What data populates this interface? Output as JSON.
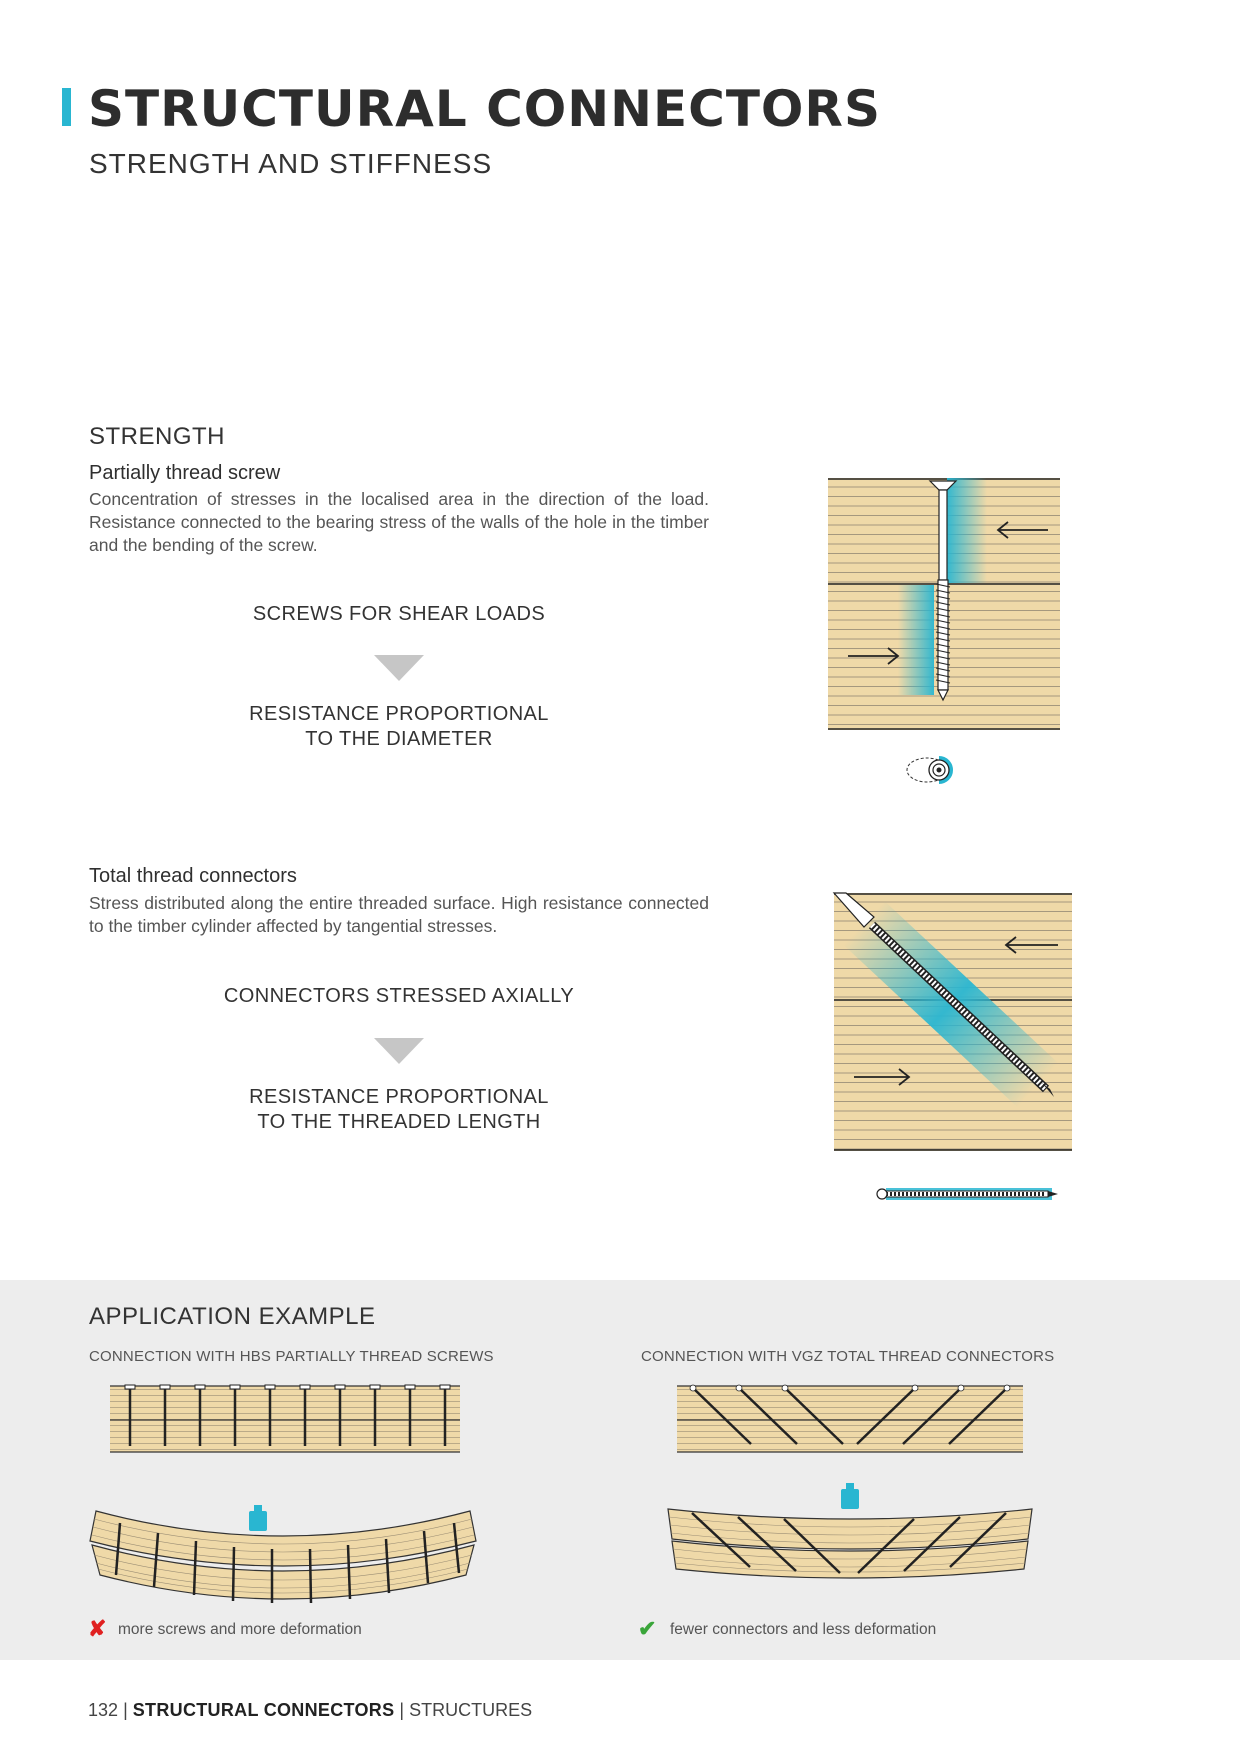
{
  "header": {
    "title": "STRUCTURAL CONNECTORS",
    "subtitle": "STRENGTH AND STIFFNESS",
    "accent_color": "#29b6d1"
  },
  "strength": {
    "heading": "STRENGTH",
    "partial": {
      "title": "Partially thread screw",
      "text": "Concentration of stresses in the localised area in the direction of the load. Resistance connected to the bearing stress of the walls of the hole in the timber and the bending of the screw.",
      "label_top": "SCREWS FOR SHEAR LOADS",
      "label_bottom_1": "RESISTANCE PROPORTIONAL",
      "label_bottom_2": "TO THE DIAMETER"
    },
    "total": {
      "title": "Total thread connectors",
      "text": "Stress distributed along the entire threaded surface. High resistance connected to the timber cylinder affected by tangential stresses.",
      "label_top": "CONNECTORS STRESSED AXIALLY",
      "label_bottom_1": "RESISTANCE PROPORTIONAL",
      "label_bottom_2": "TO THE THREADED LENGTH"
    }
  },
  "application": {
    "heading": "APPLICATION EXAMPLE",
    "left": {
      "caption": "CONNECTION WITH HBS PARTIALLY THREAD SCREWS",
      "note": "more screws and more deformation",
      "status_icon": "cross-icon",
      "status_color": "#e02020"
    },
    "right": {
      "caption": "CONNECTION WITH VGZ TOTAL THREAD CONNECTORS",
      "note": "fewer connectors and less deformation",
      "status_icon": "check-icon",
      "status_color": "#3aa53a"
    }
  },
  "footer": {
    "page_number": "132",
    "section": "STRUCTURAL CONNECTORS",
    "subsection": "STRUCTURES"
  },
  "colors": {
    "wood": "#efd9a8",
    "wood_line": "#8c8270",
    "stress": "#29b6d1"
  }
}
